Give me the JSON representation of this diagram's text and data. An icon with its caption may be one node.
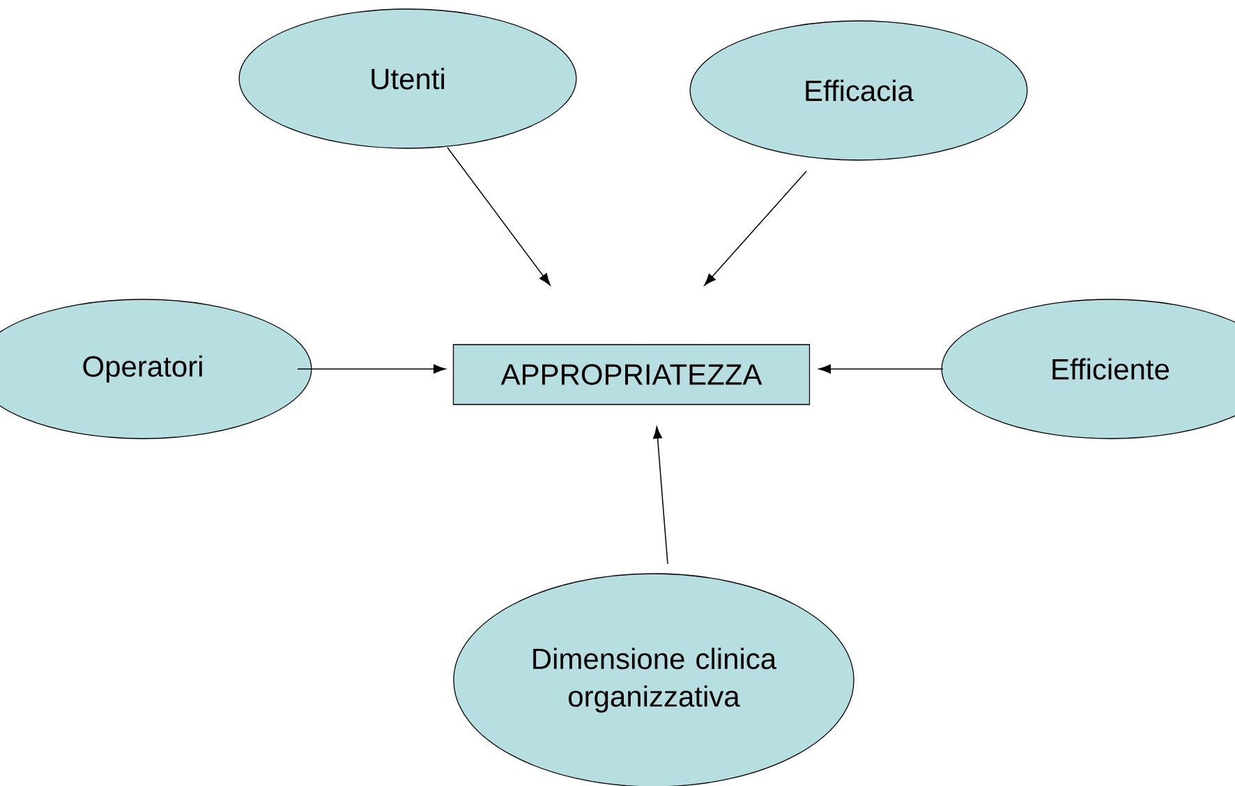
{
  "diagram": {
    "nodes": [
      {
        "text": [
          "Utenti"
        ]
      },
      {
        "text": [
          "Efficacia"
        ]
      },
      {
        "text": [
          "Operatori"
        ]
      },
      {
        "text": [
          "APPROPRIATEZZA"
        ]
      },
      {
        "text": [
          "Efficiente"
        ]
      },
      {
        "text": [
          "Dimensione clinica organizzativa"
        ]
      }
    ],
    "edges": [
      {
        "from": 0,
        "to": 3,
        "arrow": "to"
      },
      {
        "from": 1,
        "to": 3,
        "arrow": "to"
      },
      {
        "from": 2,
        "to": 3,
        "arrow": "to"
      },
      {
        "from": 4,
        "to": 3,
        "arrow": "to"
      },
      {
        "from": 5,
        "to": 3,
        "arrow": "to"
      }
    ]
  }
}
